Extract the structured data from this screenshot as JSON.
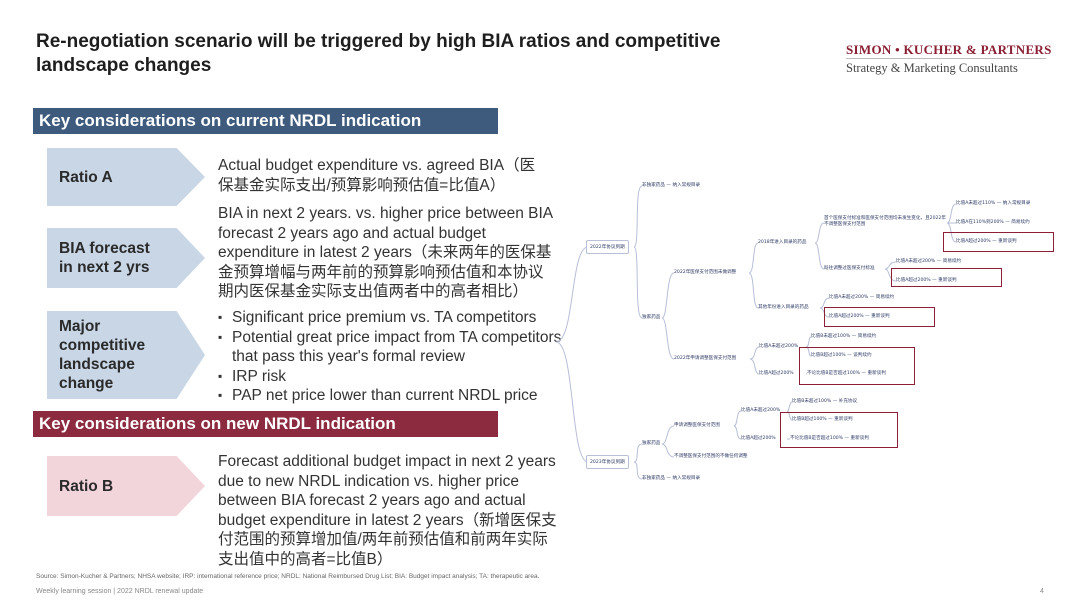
{
  "title": "Re-negotiation scenario will be triggered by high BIA ratios and competitive landscape changes",
  "logo": {
    "name": "SIMON • KUCHER & PARTNERS",
    "tagline": "Strategy & Marketing Consultants"
  },
  "section1": {
    "header": "Key considerations on current NRDL indication",
    "rows": [
      {
        "label": "Ratio A",
        "text": "Actual budget expenditure vs. agreed BIA（医保基金实际支出/预算影响预估值=比值A）"
      },
      {
        "label": "BIA forecast in next 2 yrs",
        "text": "BIA in next 2 years. vs. higher price between BIA forecast 2 years ago and actual budget expenditure in latest 2 years（未来两年的医保基金预算增幅与两年前的预算影响预估值和本协议期内医保基金实际支出值两者中的高者相比）"
      },
      {
        "label": "Major competitive landscape change",
        "bullets": [
          "Significant price premium vs. TA competitors",
          "Potential great price impact from TA competitors that pass this year's formal review",
          "IRP risk",
          "PAP net price lower than current NRDL price"
        ]
      }
    ]
  },
  "section2": {
    "header": "Key considerations on new NRDL indication",
    "rows": [
      {
        "label": "Ratio B",
        "text": "Forecast additional budget impact in next 2 years due to new NRDL indication vs. higher price between BIA forecast 2 years ago and actual budget expenditure in latest 2 years（新增医保支付范围的预算增加值/两年前预估值和前两年实际支出值中的高者=比值B）"
      }
    ]
  },
  "tree": {
    "n2022": "2022年协议到期",
    "n2022_nonexcl": "非独家药品 — 纳入常规目录",
    "n2022_excl": "独家药品",
    "n_noadj": "2022年医保支付范围未做调整",
    "n_adj": "2022年申请调整医保支付范围",
    "n_2018": "2018年进入目录的药品",
    "n_other": "其他年份进入目录的药品",
    "n_first": "首个医保支付标准和医保支付范围均未发生变化，且2022年不调整医保支付范围",
    "n_prev": "既往调整过医保支付标准",
    "l1": "比值A未超过110% — 纳入常规目录",
    "l2": "比值A在110%到200% — 简易续约",
    "l3": "比值A超过200% — 重新谈判",
    "l4": "比值A未超过200% — 简易续约",
    "l5": "比值A超过200% — 重新谈判",
    "l6": "比值A未超过200% — 简易续约",
    "l7": "比值A超过200% — 重新谈判",
    "a_low": "比值A未超过200%",
    "a_high": "比值A超过200%",
    "l8": "比值B未超过100% — 简易续约",
    "l9": "比值B超过100% — 谈判续约",
    "l10": "不论比值B是否超过100% — 重新谈判",
    "n2023": "2023年协议到期",
    "n2023_excl": "独家药品",
    "n2023_nonexcl": "非独家药品 — 纳入常规目录",
    "n23_adj": "申请调整医保支付范围",
    "n23_noadj": "不调整医保支付范围的不做任何调整",
    "a23_low": "比值A未超过200%",
    "a23_high": "比值A超过200%",
    "l11": "比值B未超过100% — 补充协议",
    "l12": "比值B超过100% — 重新谈判",
    "l13": "不论比值B是否超过100% — 重新谈判"
  },
  "footer": {
    "source": "Source: Simon-Kucher & Partners; NHSA website; IRP: international reference price; NRDL: National Reimbursed Drug List; BIA: Budget impact analysis; TA: therapeutic area.",
    "session": "Weekly learning session | 2022 NRDL renewal update",
    "page": "4"
  }
}
